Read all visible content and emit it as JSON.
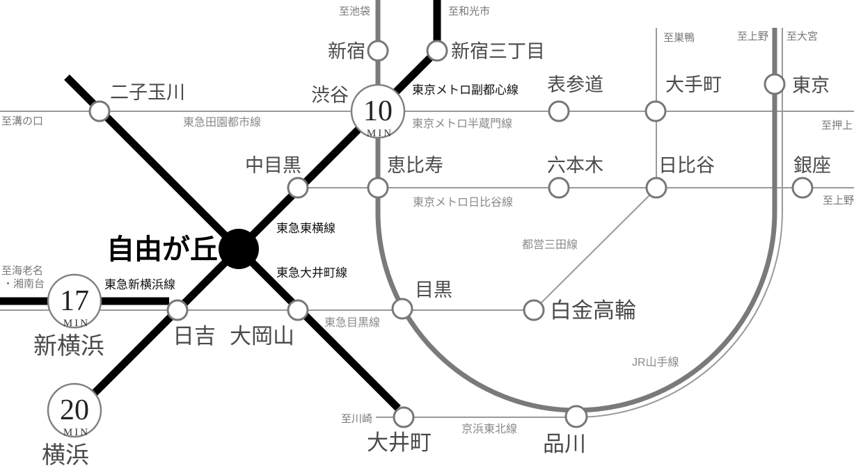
{
  "stations": {
    "shinjuku": "新宿",
    "shinjuku_sanchome": "新宿三丁目",
    "futako_tamagawa": "二子玉川",
    "shibuya": "渋谷",
    "omotesando": "表参道",
    "otemachi": "大手町",
    "tokyo": "東京",
    "naka_meguro": "中目黒",
    "ebisu": "恵比寿",
    "roppongi": "六本木",
    "hibiya": "日比谷",
    "ginza": "銀座",
    "jiyugaoka": "自由が丘",
    "meguro": "目黒",
    "shirokane_takanawa": "白金高輪",
    "hiyoshi": "日吉",
    "ookayama": "大岡山",
    "shin_yokohama": "新横浜",
    "yokohama": "横浜",
    "oimachi": "大井町",
    "shinagawa": "品川"
  },
  "lines": {
    "fukutoshin": "東京メトロ副都心線",
    "hanzomon": "東京メトロ半蔵門線",
    "denentoshi": "東急田園都市線",
    "hibiya_line": "東京メトロ日比谷線",
    "toyoko": "東急東横線",
    "oimachi_line": "東急大井町線",
    "shin_yokohama_line": "東急新横浜線",
    "meguro_line": "東急目黒線",
    "mita": "都営三田線",
    "yamanote": "JR山手線",
    "keihin_tohoku": "京浜東北線"
  },
  "directions": {
    "ikebukuro": "至池袋",
    "wakoshi": "至和光市",
    "mizonokuchi": "至溝の口",
    "sugamo": "至巣鴨",
    "ueno_top": "至上野",
    "omiya": "至大宮",
    "oshiage": "至押上",
    "ueno_right": "至上野",
    "ebina": "至海老名",
    "shonandai": "・湘南台",
    "kawasaki": "至川崎"
  },
  "badges": {
    "shibuya": {
      "minutes": "10",
      "unit": "MIN"
    },
    "shin_yokohama": {
      "minutes": "17",
      "unit": "MIN"
    },
    "yokohama": {
      "minutes": "20",
      "unit": "MIN"
    }
  },
  "colors": {
    "direct_line_black": "#000000",
    "jr_yamanote_gray": "#7a7a7a",
    "other_line_gray": "#999999",
    "station_text": "#4a4a4a",
    "line_label_gray": "#8a8a8a",
    "direction_text": "#777777"
  }
}
